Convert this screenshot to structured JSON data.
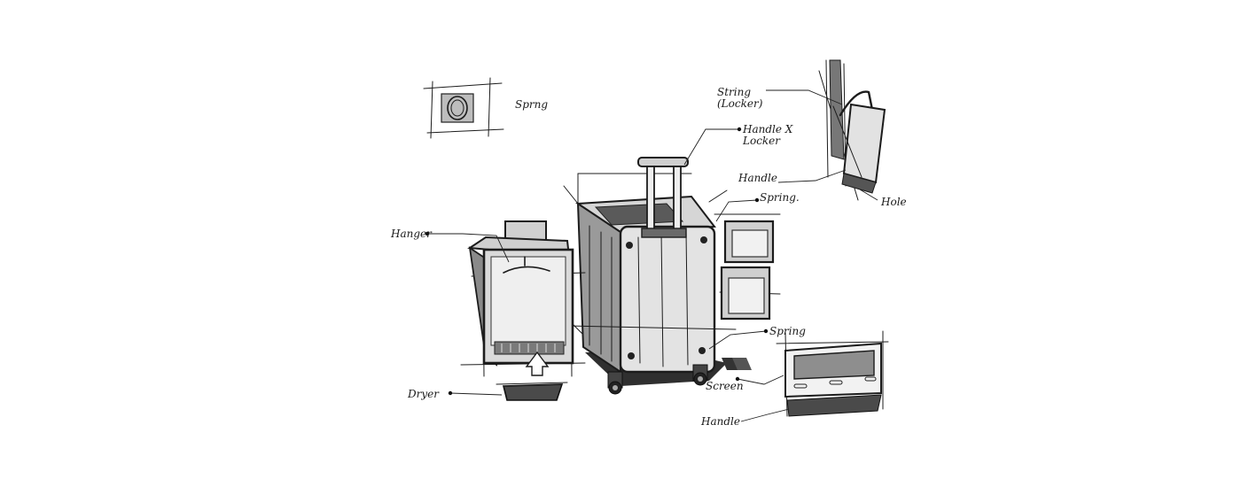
{
  "labels": {
    "spring_top": "Sprng",
    "string_locker": "String\n(Locker)",
    "handle_locker": "Handle X\nLocker",
    "handle_right": "Handle",
    "hole": "Hole",
    "spring_right": "Spring.",
    "hanger": "Hanger",
    "spring_bottom": "Spring",
    "dryer": "Dryer",
    "screen": "Screen",
    "handle_bottom": "Handle"
  },
  "colors": {
    "ink": "#1c1c1c",
    "marker_dark": "#3a3a3a",
    "marker_mid": "#8a8a8a",
    "marker_light": "#c9c9c9",
    "panel_fill": "#e9e9e9"
  }
}
